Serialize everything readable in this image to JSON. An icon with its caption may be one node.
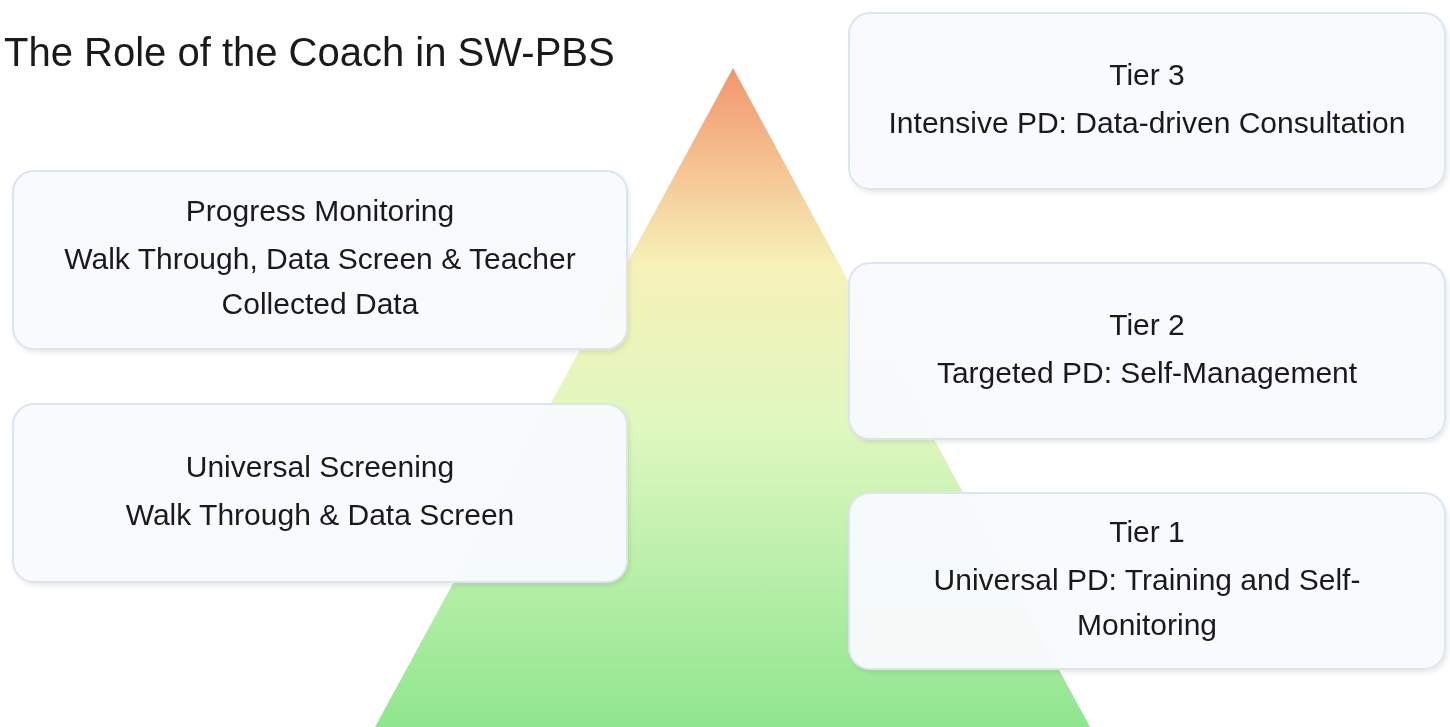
{
  "diagram": {
    "title": "The Role of the Coach in SW-PBS",
    "nodes": [
      {
        "text": [
          "Progress Monitoring",
          "Walk Through, Data Screen & Teacher Collected Data"
        ]
      },
      {
        "text": [
          "Universal Screening",
          "Walk Through & Data Screen"
        ]
      },
      {
        "text": [
          "Tier 3",
          "Intensive PD: Data-driven Consultation"
        ]
      },
      {
        "text": [
          "Tier 2",
          "Targeted PD: Self-Management"
        ]
      },
      {
        "text": [
          "Tier 1",
          "Universal PD: Training and Self-Monitoring"
        ]
      }
    ],
    "edges": []
  }
}
